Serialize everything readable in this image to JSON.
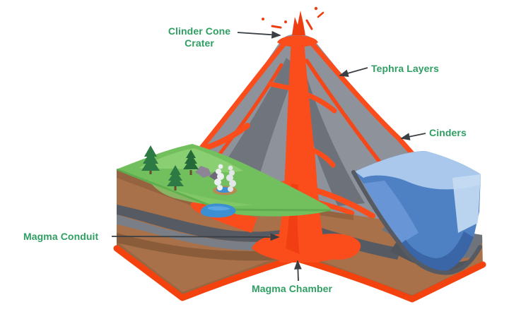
{
  "figure": {
    "background": "#ffffff",
    "labels": {
      "crater": {
        "lines": [
          "Clinder Cone",
          "Crater"
        ]
      },
      "tephra": {
        "text": "Tephra Layers"
      },
      "cinders": {
        "text": "Cinders"
      },
      "conduit": {
        "text": "Magma Conduit"
      },
      "chamber": {
        "text": "Magma Chamber"
      }
    },
    "palette": {
      "label_green": "#2f9e63",
      "arrow": "#3a3f44",
      "lava_orange": "#fb4d1c",
      "lava_deep": "#ef3d12",
      "cone_gray": "#8d929b",
      "cone_gray_dark": "#70757d",
      "soil_brown": "#a8714a",
      "soil_brown_dark": "#8a5c3a",
      "strata_gray": "#565a62",
      "grass_green": "#72bf5d",
      "tree_green": "#2d7a44",
      "water_blue": "#4e81c4",
      "water_light": "#a9c8ec",
      "pond_blue": "#3d8fd4",
      "steam_white": "#eef1f3"
    }
  }
}
